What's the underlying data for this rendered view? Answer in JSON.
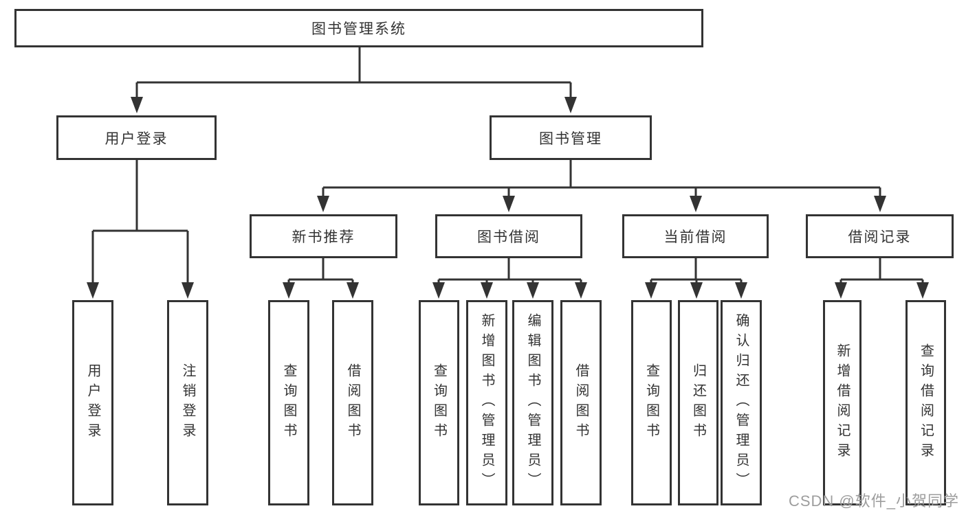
{
  "root": {
    "label": "图书管理系统"
  },
  "level2": {
    "user_login": {
      "label": "用户登录"
    },
    "book_management": {
      "label": "图书管理"
    }
  },
  "user_login_children": {
    "login": {
      "label": "用户登录"
    },
    "logout": {
      "label": "注销登录"
    }
  },
  "book_management_children": {
    "new_book_recommend": {
      "label": "新书推荐"
    },
    "book_borrow": {
      "label": "图书借阅"
    },
    "current_borrow": {
      "label": "当前借阅"
    },
    "borrow_records": {
      "label": "借阅记录"
    }
  },
  "new_book_recommend_children": {
    "query_books": {
      "label": "查询图书"
    },
    "borrow_books": {
      "label": "借阅图书"
    }
  },
  "book_borrow_children": {
    "query_books": {
      "label": "查询图书"
    },
    "add_books_admin": {
      "label": "新增图书（管理员）"
    },
    "edit_books_admin": {
      "label": "编辑图书（管理员）"
    },
    "borrow_books": {
      "label": "借阅图书"
    }
  },
  "current_borrow_children": {
    "query_books": {
      "label": "查询图书"
    },
    "return_books": {
      "label": "归还图书"
    },
    "confirm_return_admin": {
      "label": "确认归还（管理员）"
    }
  },
  "borrow_records_children": {
    "add_borrow_record": {
      "label": "新增借阅记录"
    },
    "query_borrow_record": {
      "label": "查询借阅记录"
    }
  },
  "watermark": {
    "text": "CSDN @软件_小贺同学"
  },
  "colors": {
    "line": "#333333",
    "text": "#333333",
    "watermark": "#9d9d9d",
    "background": "#ffffff"
  }
}
